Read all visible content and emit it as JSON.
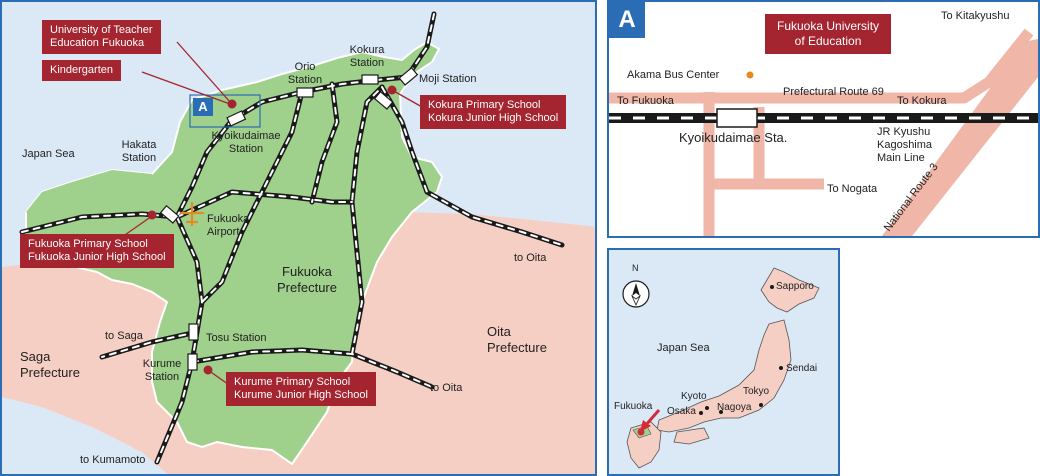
{
  "main_map": {
    "badge": "A",
    "labels": {
      "kokura_station": [
        "Kokura",
        "Station"
      ],
      "orio_station": [
        "Orio",
        "Station"
      ],
      "moji_station": "Moji Station",
      "hakata_station": [
        "Hakata",
        "Station"
      ],
      "kyoikudaimae_station": [
        "Kyoikudaimae",
        "Station"
      ],
      "japan_sea": "Japan Sea",
      "fukuoka_airport": [
        "Fukuoka",
        "Airport"
      ],
      "to_oita_top": "to Oita",
      "fukuoka_prefecture": [
        "Fukuoka",
        "Prefecture"
      ],
      "oita_prefecture": [
        "Oita",
        "Prefecture"
      ],
      "to_saga": "to Saga",
      "tosu_station": "Tosu Station",
      "saga_prefecture": [
        "Saga",
        "Prefecture"
      ],
      "kurume_station": [
        "Kurume",
        "Station"
      ],
      "to_oita_bottom": "to Oita",
      "to_kumamoto": "to Kumamoto"
    },
    "callouts": {
      "university": [
        "University of Teacher",
        "Education Fukuoka"
      ],
      "kindergarten": "Kindergarten",
      "kokura_schools": [
        "Kokura Primary School",
        "Kokura Junior High School"
      ],
      "fukuoka_schools": [
        "Fukuoka Primary School",
        "Fukuoka Junior High School"
      ],
      "kurume_schools": [
        "Kurume Primary School",
        "Kurume Junior High School"
      ]
    }
  },
  "inset_a": {
    "badge": "A",
    "title": [
      "Fukuoka University",
      "of Education"
    ],
    "to_kitakyushu": "To Kitakyushu",
    "akama_bus_center": "Akama Bus Center",
    "prefectural_route": "Prefectural Route 69",
    "to_fukuoka": "To Fukuoka",
    "to_kokura": "To Kokura",
    "station": "Kyoikudaimae Sta.",
    "jr_line": [
      "JR Kyushu",
      "Kagoshima",
      "Main Line"
    ],
    "to_nogata": "To Nogata",
    "national_route": "National Route 3"
  },
  "inset_japan": {
    "compass": "N",
    "japan_sea": "Japan Sea",
    "cities": {
      "sapporo": "Sapporo",
      "sendai": "Sendai",
      "tokyo": "Tokyo",
      "kyoto": "Kyoto",
      "osaka": "Osaka",
      "nagoya": "Nagoya",
      "fukuoka": "Fukuoka"
    }
  },
  "colors": {
    "sea": "#dbe8f6",
    "fukuoka_land": "#9fd08c",
    "other_land": "#f5cfc4",
    "callout": "#a4242f",
    "accent_blue": "#2a6db5",
    "road_pink": "#f0b6a8",
    "airport_orange": "#e58a1f"
  }
}
